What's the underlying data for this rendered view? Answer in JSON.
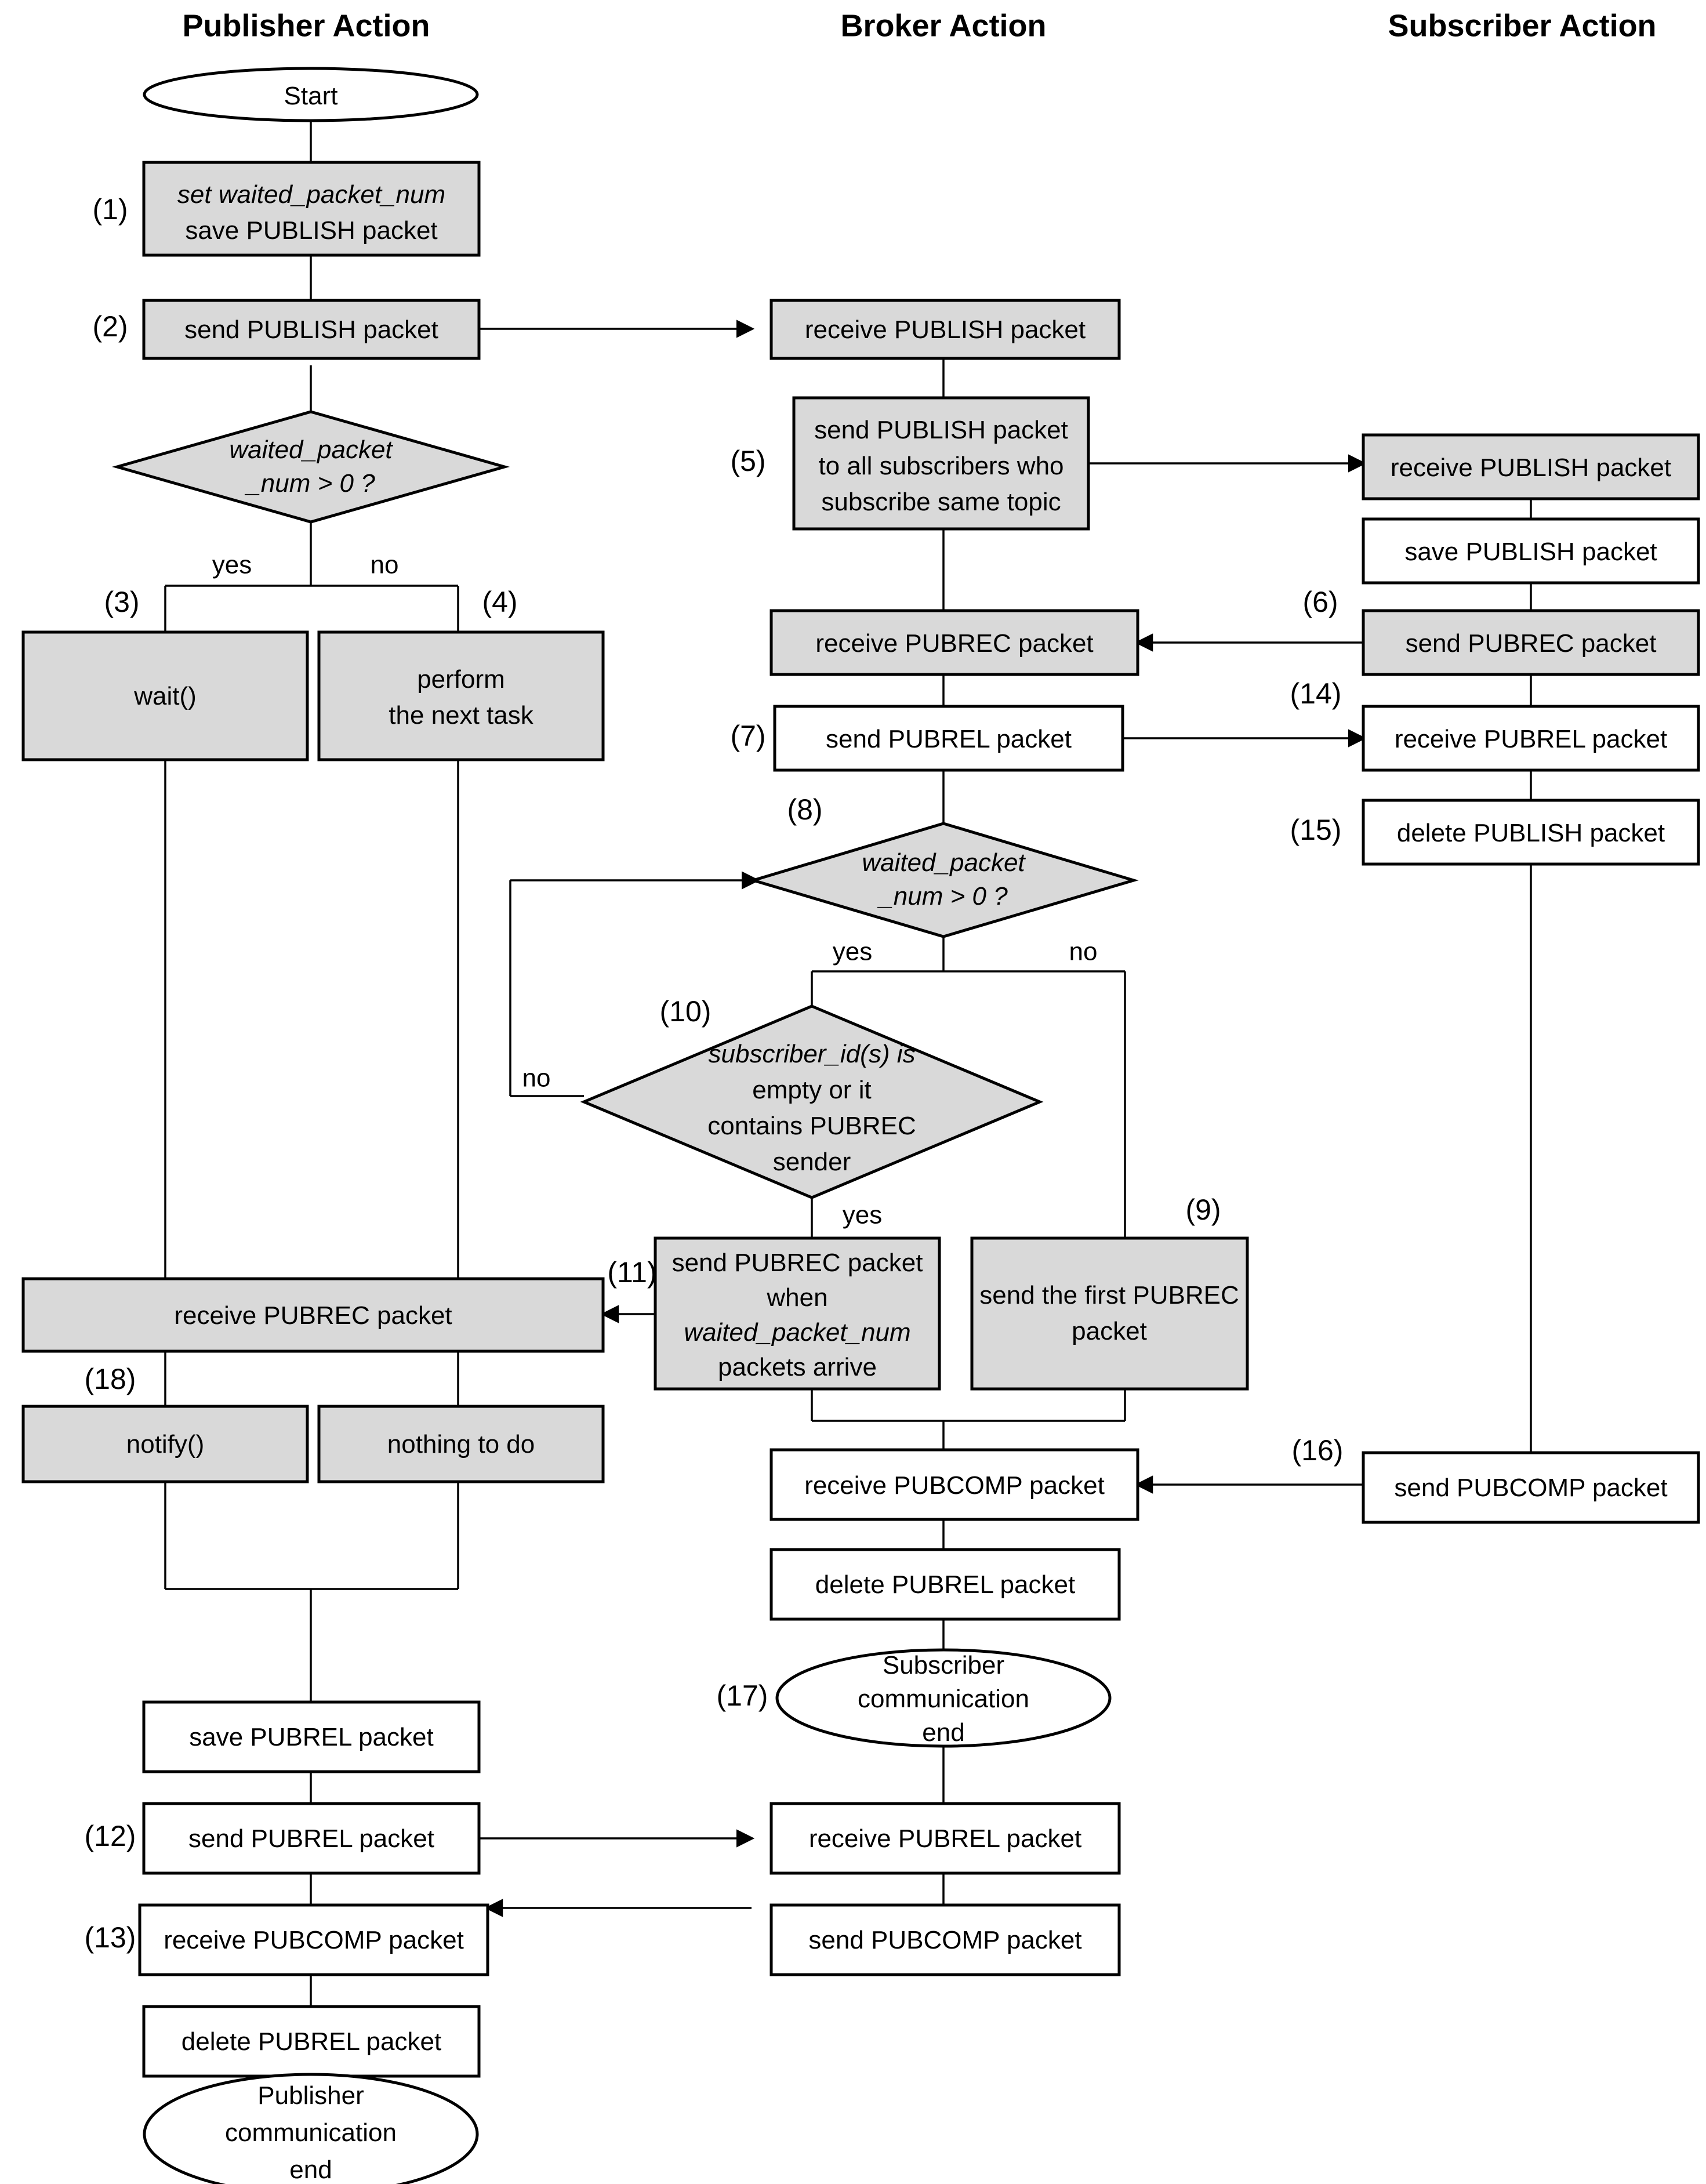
{
  "columns": [
    {
      "title": "Publisher Action"
    },
    {
      "title": "Broker Action"
    },
    {
      "title": "Subscriber Action"
    }
  ],
  "edge_labels": {
    "pub_yes": "yes",
    "pub_no": "no",
    "b8_yes": "yes",
    "b8_no": "no",
    "b10_no": "no",
    "b10_yes": "yes"
  },
  "step_numbers": {
    "s1": "(1)",
    "s2": "(2)",
    "s3": "(3)",
    "s4": "(4)",
    "s5": "(5)",
    "s6": "(6)",
    "s7": "(7)",
    "s8": "(8)",
    "s9": "(9)",
    "s10": "(10)",
    "s11": "(11)",
    "s12": "(12)",
    "s13": "(13)",
    "s14": "(14)",
    "s15": "(15)",
    "s16": "(16)",
    "s17": "(17)",
    "s18": "(18)"
  },
  "nodes": {
    "pub_start": {
      "lines": [
        "Start"
      ]
    },
    "pub_set": {
      "lines": [
        "set waited_packet_num",
        "save PUBLISH packet"
      ]
    },
    "pub_send_publish": {
      "lines": [
        "send PUBLISH packet"
      ]
    },
    "pub_decision": {
      "lines": [
        "waited_packet",
        "_num > 0 ?"
      ]
    },
    "pub_wait": {
      "lines": [
        "wait()"
      ]
    },
    "pub_perform": {
      "lines": [
        "perform",
        "the next task"
      ]
    },
    "pub_recv_pubrec": {
      "lines": [
        "receive PUBREC packet"
      ]
    },
    "pub_notify": {
      "lines": [
        "notify()"
      ]
    },
    "pub_nothing": {
      "lines": [
        "nothing to do"
      ]
    },
    "pub_save_pubrel": {
      "lines": [
        "save PUBREL packet"
      ]
    },
    "pub_send_pubrel": {
      "lines": [
        "send PUBREL packet"
      ]
    },
    "pub_recv_pubcomp": {
      "lines": [
        "receive PUBCOMP packet"
      ]
    },
    "pub_del_pubrel": {
      "lines": [
        "delete PUBREL packet"
      ]
    },
    "pub_end": {
      "lines": [
        "Publisher",
        "communication",
        "end"
      ]
    },
    "brk_recv_publish": {
      "lines": [
        "receive PUBLISH packet"
      ]
    },
    "brk_send_publish_all": {
      "lines": [
        "send PUBLISH packet",
        "to all subscribers who",
        "subscribe same topic"
      ]
    },
    "brk_recv_pubrec": {
      "lines": [
        "receive PUBREC packet"
      ]
    },
    "brk_send_pubrel": {
      "lines": [
        "send PUBREL packet"
      ]
    },
    "brk_decision8": {
      "lines": [
        "waited_packet",
        "_num > 0 ?"
      ]
    },
    "brk_decision10": {
      "lines": [
        "subscriber_id(s) is",
        "empty or it",
        "contains PUBREC",
        "sender"
      ]
    },
    "brk_send_pubrec_when": {
      "lines": [
        "send PUBREC packet",
        "when",
        "waited_packet_num",
        "packets arrive"
      ]
    },
    "brk_send_first_pubrec": {
      "lines": [
        "send the first PUBREC",
        "packet"
      ]
    },
    "brk_recv_pubcomp": {
      "lines": [
        "receive PUBCOMP packet"
      ]
    },
    "brk_del_pubrel": {
      "lines": [
        "delete PUBREL packet"
      ]
    },
    "brk_sub_end": {
      "lines": [
        "Subscriber",
        "communication",
        "end"
      ]
    },
    "brk_recv_pubrel": {
      "lines": [
        "receive PUBREL packet"
      ]
    },
    "brk_send_pubcomp": {
      "lines": [
        "send PUBCOMP packet"
      ]
    },
    "sub_recv_publish": {
      "lines": [
        "receive PUBLISH packet"
      ]
    },
    "sub_save_publish": {
      "lines": [
        "save PUBLISH packet"
      ]
    },
    "sub_send_pubrec": {
      "lines": [
        "send PUBREC packet"
      ]
    },
    "sub_recv_pubrel": {
      "lines": [
        "receive PUBREL packet"
      ]
    },
    "sub_del_publish": {
      "lines": [
        "delete PUBLISH packet"
      ]
    },
    "sub_send_pubcomp": {
      "lines": [
        "send PUBCOMP packet"
      ]
    }
  },
  "colors": {
    "shaded_fill": "#d9d9d9",
    "plain_fill": "#ffffff",
    "stroke": "#000000"
  }
}
